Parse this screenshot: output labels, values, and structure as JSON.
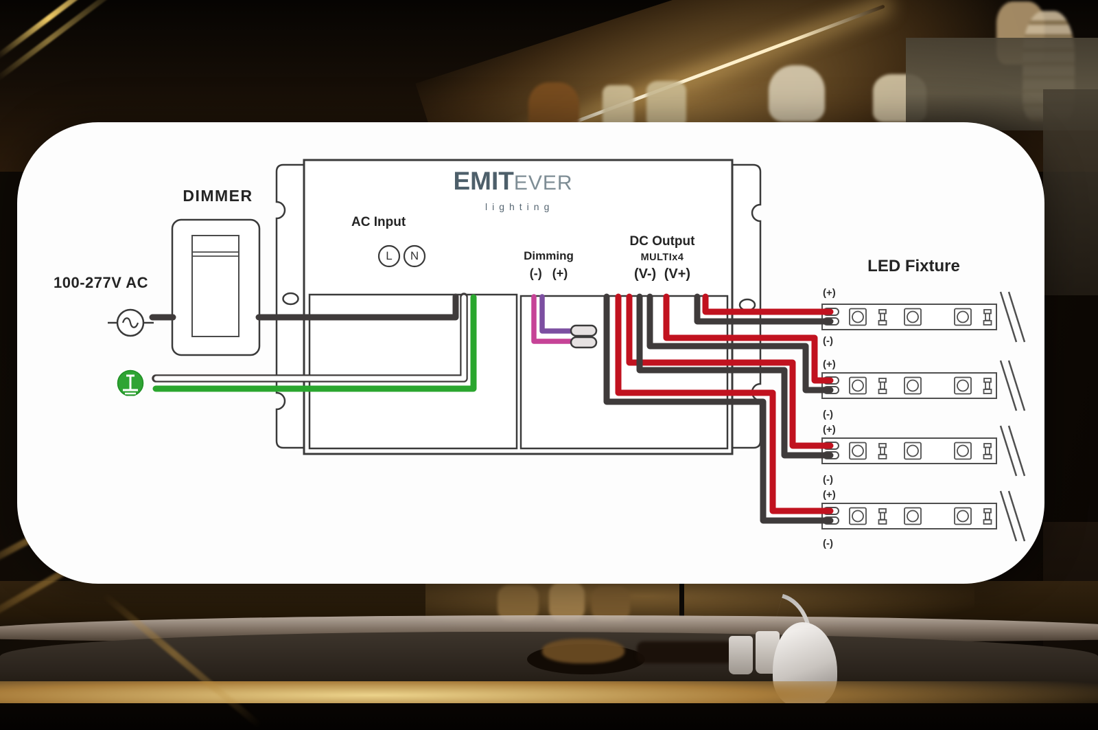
{
  "diagram": {
    "dimmer_label": "DIMMER",
    "ac_source_label": "100-277V AC",
    "driver": {
      "brand_bold": "EMIT",
      "brand_light": "EVER",
      "brand_tagline": "lighting",
      "ac_input_label": "AC Input",
      "terminal_l": "L",
      "terminal_n": "N",
      "dimming_label": "Dimming",
      "dimming_terminals": "(-) (+)",
      "dc_output_label": "DC Output",
      "dc_output_model": "MULTIx4",
      "dc_output_terminals": "(V-) (V+)"
    },
    "led_fixture": {
      "title": "LED Fixture",
      "strips": [
        {
          "plus": "(+)",
          "minus": "(-)"
        },
        {
          "plus": "(+)",
          "minus": "(-)"
        },
        {
          "plus": "(+)",
          "minus": "(-)"
        },
        {
          "plus": "(+)",
          "minus": "(-)"
        }
      ]
    }
  },
  "colors": {
    "outline": "#3a3a3a",
    "wire_black": "#3f3b3b",
    "wire_red": "#c1121f",
    "wire_green": "#2aa62e",
    "dim_magenta": "#c64397",
    "dim_purple": "#7c4fa1",
    "ground_green": "#2fa433",
    "strip_outline": "#4f4f4f",
    "pill_fill": "#e6e2e2"
  }
}
